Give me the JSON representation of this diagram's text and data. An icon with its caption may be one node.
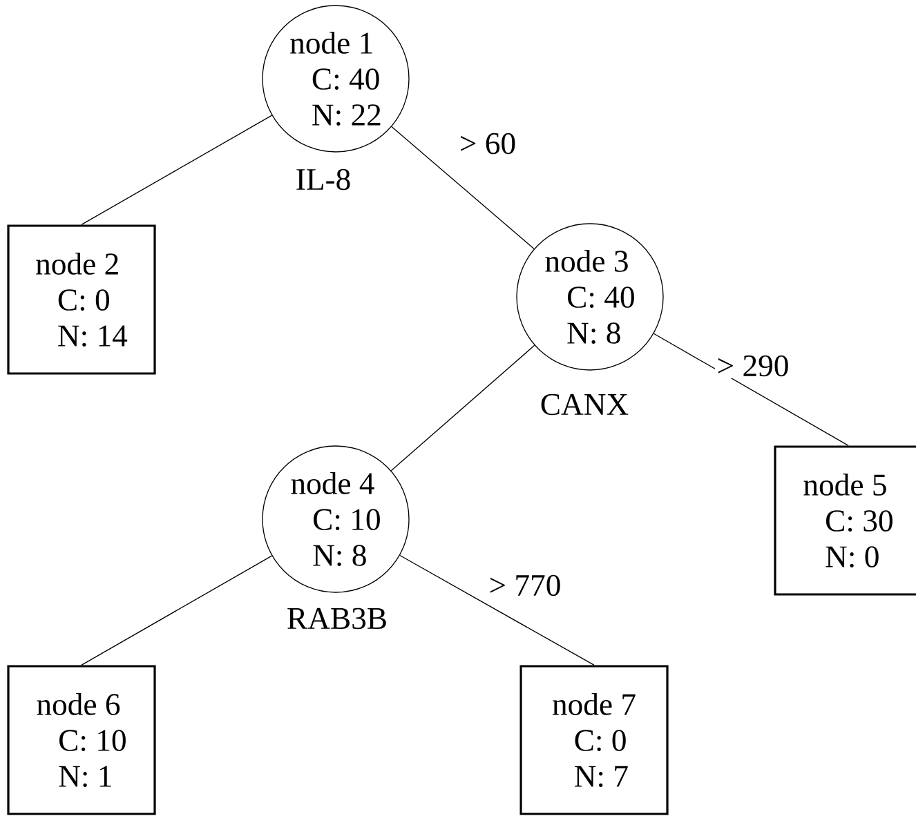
{
  "diagram": {
    "nodes": [
      {
        "text": [
          "node 1",
          "C: 40",
          "N: 22"
        ],
        "beside": [
          "IL-8"
        ]
      },
      {
        "text": [
          "node 2",
          "C: 0",
          "N: 14"
        ]
      },
      {
        "text": [
          "node 3",
          "C: 40",
          "N: 8"
        ],
        "beside": [
          "CANX"
        ]
      },
      {
        "text": [
          "node 4",
          "C: 10",
          "N: 8"
        ],
        "beside": [
          "RAB3B"
        ]
      },
      {
        "text": [
          "node 5",
          "C: 30",
          "N: 0"
        ]
      },
      {
        "text": [
          "node 6",
          "C: 10",
          "N: 1"
        ]
      },
      {
        "text": [
          "node 7",
          "C: 0",
          "N: 7"
        ]
      }
    ],
    "edges": [
      {
        "from": 0,
        "to": 1,
        "arrow": "none"
      },
      {
        "from": 0,
        "to": 2,
        "arrow": "none",
        "label": "> 60"
      },
      {
        "from": 2,
        "to": 3,
        "arrow": "none"
      },
      {
        "from": 2,
        "to": 4,
        "arrow": "none",
        "label": "> 290"
      },
      {
        "from": 3,
        "to": 5,
        "arrow": "none"
      },
      {
        "from": 3,
        "to": 6,
        "arrow": "none",
        "label": "> 770"
      }
    ]
  }
}
